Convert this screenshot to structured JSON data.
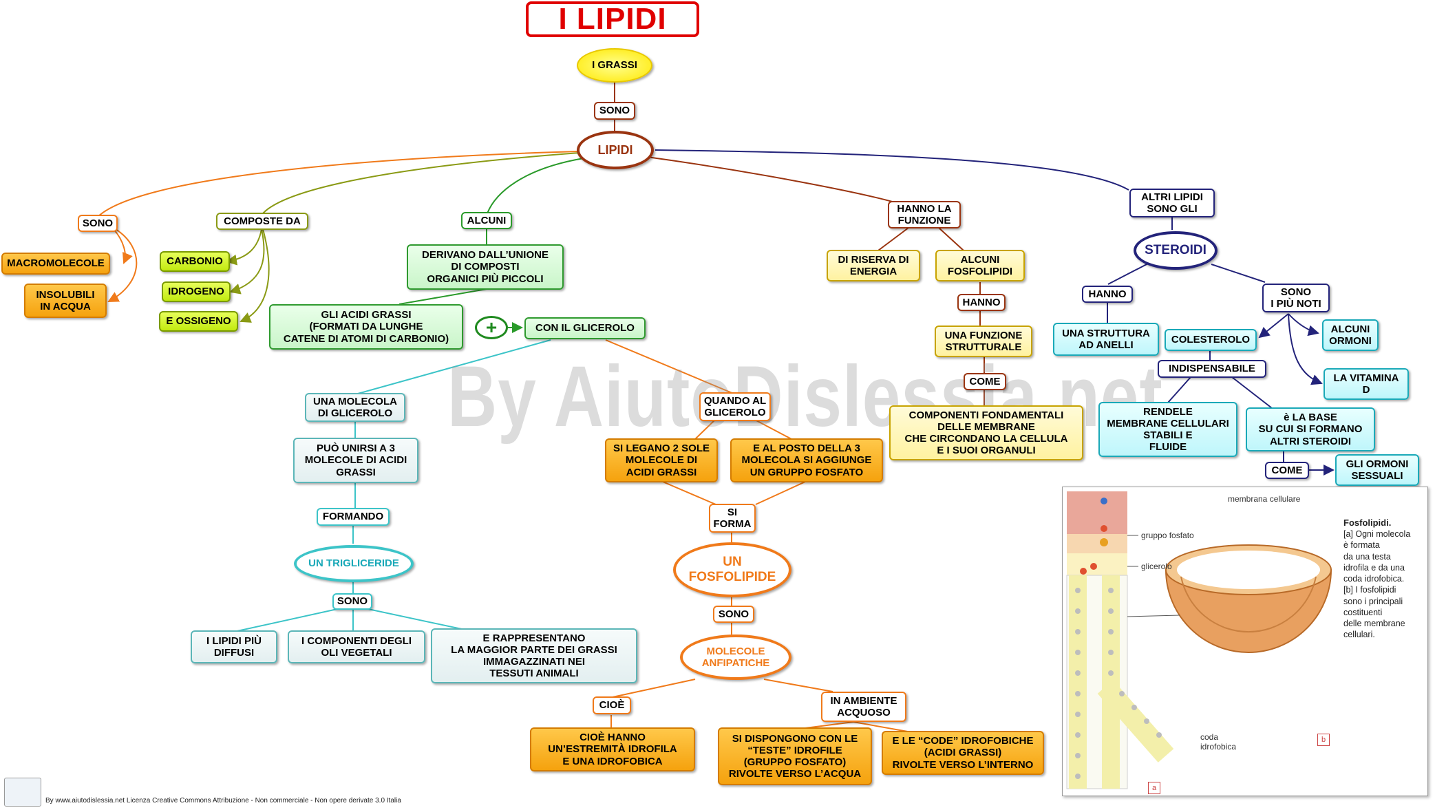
{
  "title": "I LIPIDI",
  "watermark": "By AiutoDislessia.net",
  "footer": "By www.aiutodislessia.net Licenza Creative Commons Attribuzione - Non commerciale - Non opere derivate 3.0 Italia",
  "nodes": {
    "i_grassi": "I GRASSI",
    "sono_top": "SONO",
    "lipidi": "LIPIDI",
    "sono_left": "SONO",
    "macromolecole": "MACROMOLECOLE",
    "insolubili": "INSOLUBILI\nIN ACQUA",
    "composte_da": "COMPOSTE DA",
    "carbonio": "CARBONIO",
    "idrogeno": "IDROGENO",
    "ossigeno": "E OSSIGENO",
    "alcuni": "ALCUNI",
    "derivano": "DERIVANO DALL’UNIONE\nDI COMPOSTI\nORGANICI PIÙ PICCOLI",
    "acidi_grassi": "GLI  ACIDI GRASSI\n(FORMATI DA LUNGHE\nCATENE DI ATOMI DI CARBONIO)",
    "plus": "+",
    "glicerolo": "CON IL GLICEROLO",
    "una_molecola": "UNA MOLECOLA\nDI GLICEROLO",
    "puo_unirsi": "PUÒ UNIRSI A 3\nMOLECOLE DI ACIDI\nGRASSI",
    "formando": "FORMANDO",
    "trigliceride": "UN  TRIGLICERIDE",
    "sono_trig": "SONO",
    "piu_diffusi": "I  LIPIDI  PIÙ\nDIFFUSI",
    "oli_vegetali": "I COMPONENTI DEGLI\nOLI VEGETALI",
    "grassi_animali": "E RAPPRESENTANO\nLA  MAGGIOR  PARTE  DEI  GRASSI\nIMMAGAZZINATI NEI\nTESSUTI ANIMALI",
    "quando": "QUANDO AL\nGLICEROLO",
    "solo_2": "SI LEGANO 2 SOLE\nMOLECOLE DI\nACIDI GRASSI",
    "gruppo_fosfato": "E AL POSTO DELLA 3\nMOLECOLA SI AGGIUNGE\nUN GRUPPO FOSFATO",
    "si_forma": "SI\nFORMA",
    "fosfolipide": "UN\nFOSFOLIPIDE",
    "sono_fosfo": "SONO",
    "anfipatiche": "MOLECOLE\nANFIPATICHE",
    "cioe": "CIOÈ",
    "estremita": "CIOÈ  HANNO\nUN’ESTREMITÀ  IDROFILA\nE  UNA IDROFOBICA",
    "ambiente": "IN AMBIENTE\nACQUOSO",
    "teste": "SI DISPONGONO CON LE\n“TESTE” IDROFILE\n(GRUPPO FOSFATO)\nRIVOLTE VERSO L’ACQUA",
    "code": "E LE “CODE” IDROFOBICHE\n(ACIDI GRASSI)\nRIVOLTE VERSO L’INTERNO",
    "hanno_funzione": "HANNO LA\nFUNZIONE",
    "riserva": "DI RISERVA DI\nENERGIA",
    "alcuni_fosfo": "ALCUNI\nFOSFOLIPIDI",
    "hanno_mid": "HANNO",
    "strutturale": "UNA FUNZIONE\nSTRUTTURALE",
    "come_mid": "COME",
    "componenti": "COMPONENTI  FONDAMENTALI\nDELLE  MEMBRANE\nCHE  CIRCONDANO  LA  CELLULA\nE I SUOI ORGANULI",
    "altri_lipidi": "ALTRI LIPIDI\nSONO GLI",
    "steroidi": "STEROIDI",
    "hanno_ster": "HANNO",
    "anelli": "UNA STRUTTURA\nAD ANELLI",
    "piu_noti": "SONO\nI PIÙ NOTI",
    "colesterolo": "COLESTEROLO",
    "ormoni": "ALCUNI\nORMONI",
    "vitamina": "LA VITAMINA\nD",
    "indispensabile": "INDISPENSABILE",
    "rendere": "RENDELE\nMEMBRANE CELLULARI\nSTABILI E\nFLUIDE",
    "base": "è LA BASE\nSU CUI SI FORMANO\nALTRI STEROIDI",
    "come_ster": "COME",
    "ormoni_sessuali": "GLI ORMONI\nSESSUALI"
  },
  "figure": {
    "membrana": "membrana cellulare",
    "gruppo_fosfato": "gruppo fosfato",
    "glicerolo": "glicerolo",
    "coda": "coda\nidrofobica",
    "caption_title": "Fosfolipidi.",
    "caption": "[a] Ogni molecola\nè formata\nda una testa\nidrofila e da una\ncoda idrofobica.\n[b] I fosfolipidi\nsono i principali\ncostituenti\ndelle membrane\ncellulari.",
    "tag_a": "a",
    "tag_b": "b"
  },
  "colors": {
    "title": "#e00000",
    "orange_branch": "#f07a1a",
    "olive_branch": "#8a9a14",
    "green_branch": "#2a9a2a",
    "brown_branch": "#9a3410",
    "navy_branch": "#23237a",
    "teal_branch": "#3cc4c8"
  }
}
